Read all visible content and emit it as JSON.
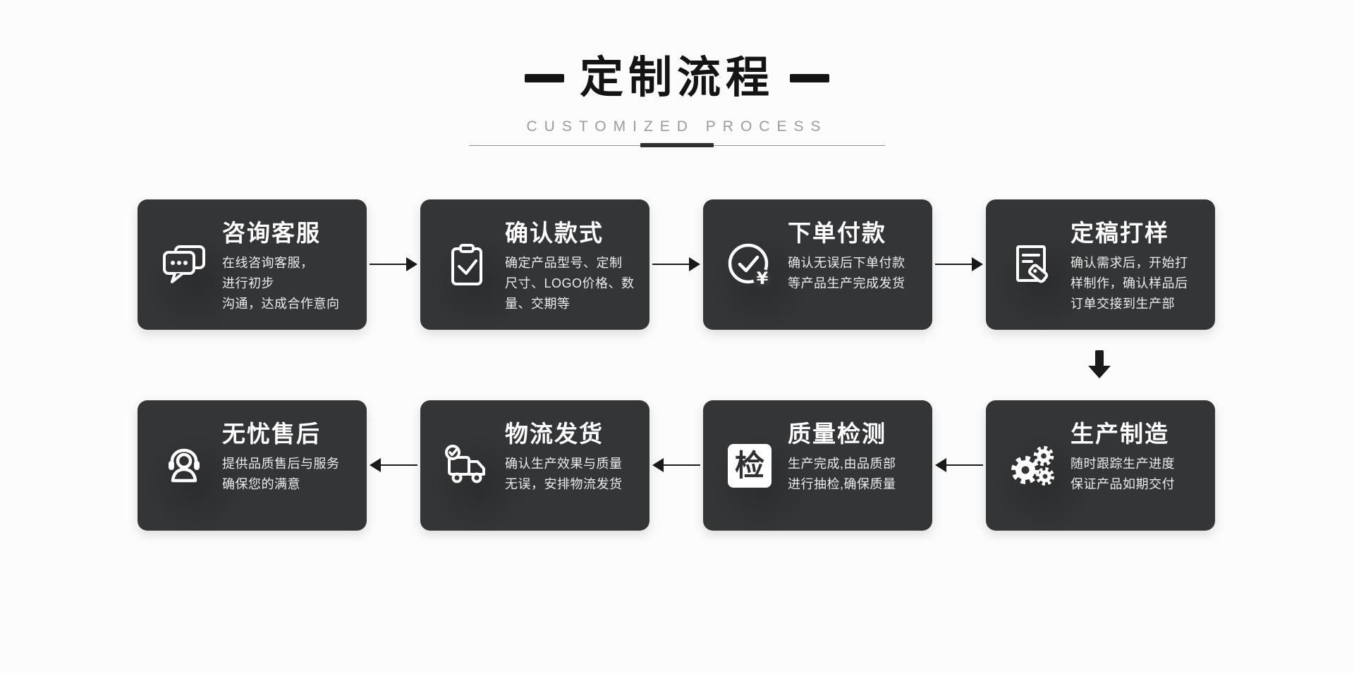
{
  "header": {
    "title": "定制流程",
    "subtitle": "CUSTOMIZED PROCESS"
  },
  "colors": {
    "page_bg": "#fcfcfc",
    "card_bg": "#343537",
    "card_title_text": "#ffffff",
    "card_body_text": "#ececec",
    "arrow": "#1a1a1a",
    "subtitle_gray": "#9b9b9b"
  },
  "cards": [
    {
      "title": "咨询客服",
      "desc": "在线咨询客服，进行初步\n沟通，达成合作意向",
      "icon": "chat-bubbles-icon"
    },
    {
      "title": "确认款式",
      "desc": "确定产品型号、定制\n尺寸、LOGO价格、数\n量、交期等",
      "icon": "clipboard-check-icon"
    },
    {
      "title": "下单付款",
      "desc": "确认无误后下单付款\n等产品生产完成发货",
      "icon": "payment-check-icon"
    },
    {
      "title": "定稿打样",
      "desc": "确认需求后，开始打\n样制作，确认样品后\n订单交接到生产部",
      "icon": "document-tag-icon"
    },
    {
      "title": "无忧售后",
      "desc": "提供品质售后与服务\n确保您的满意",
      "icon": "headset-support-icon"
    },
    {
      "title": "物流发货",
      "desc": "确认生产效果与质量\n无误，安排物流发货",
      "icon": "delivery-truck-icon"
    },
    {
      "title": "质量检测",
      "desc": "生产完成,由品质部\n进行抽检,确保质量",
      "icon": "inspection-stamp-icon",
      "icon_glyph": "检"
    },
    {
      "title": "生产制造",
      "desc": "随时跟踪生产进度\n保证产品如期交付",
      "icon": "gears-icon"
    }
  ]
}
